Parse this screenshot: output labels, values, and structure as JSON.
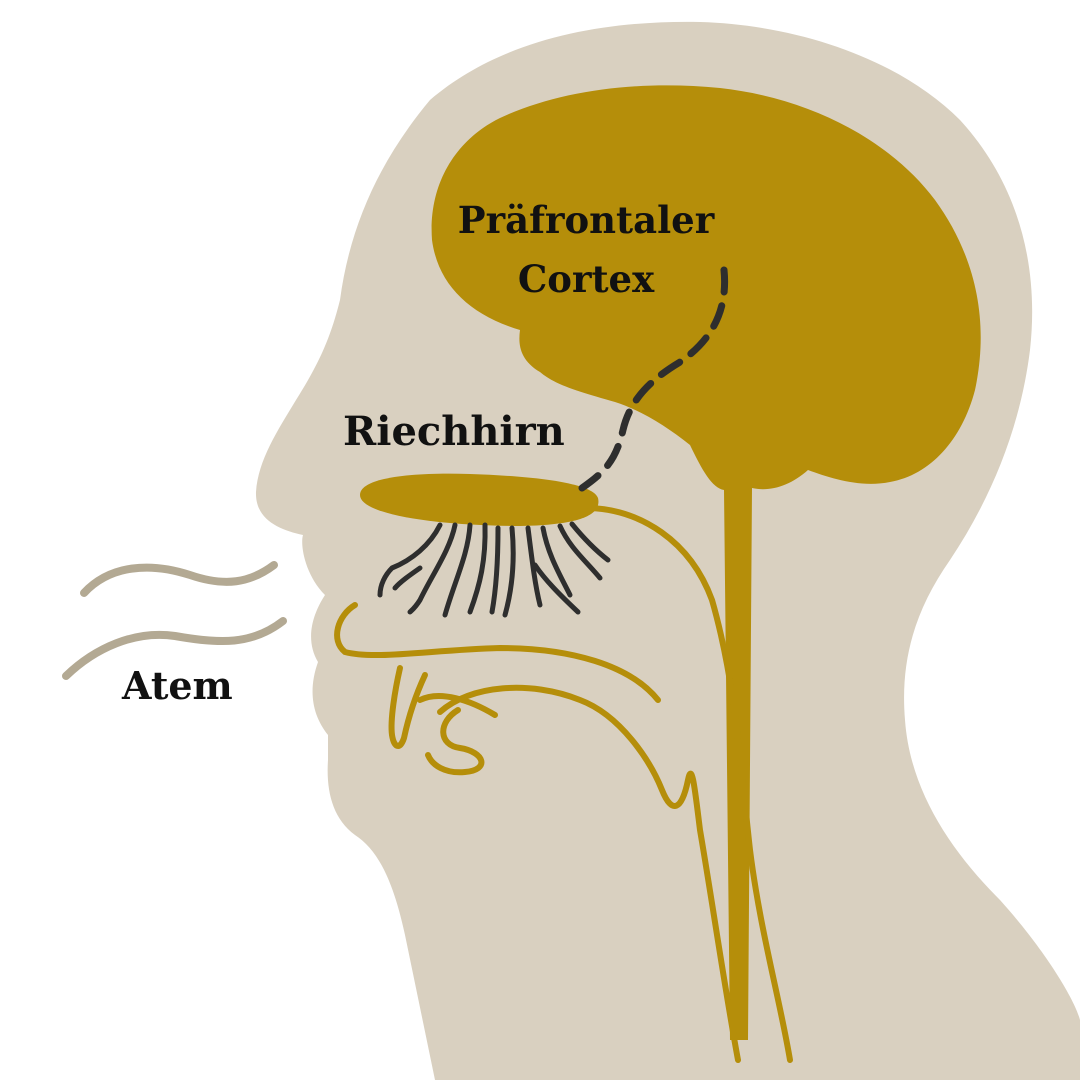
{
  "labels": {
    "prefrontal_line1": "Präfrontaler",
    "prefrontal_line2": "Cortex",
    "olfactory": "Riechhirn",
    "breath": "Atem"
  },
  "colors": {
    "background": "#ffffff",
    "head": "#d9d0c0",
    "brain": "#b58e0a",
    "nerve": "#2e2e2e",
    "breath": "#b3a993",
    "text": "#111111"
  },
  "icons": {
    "head": "head-silhouette-icon",
    "brain": "brain-icon",
    "breath": "breath-waves-icon",
    "olfactory_bulb": "olfactory-bulb-icon"
  }
}
